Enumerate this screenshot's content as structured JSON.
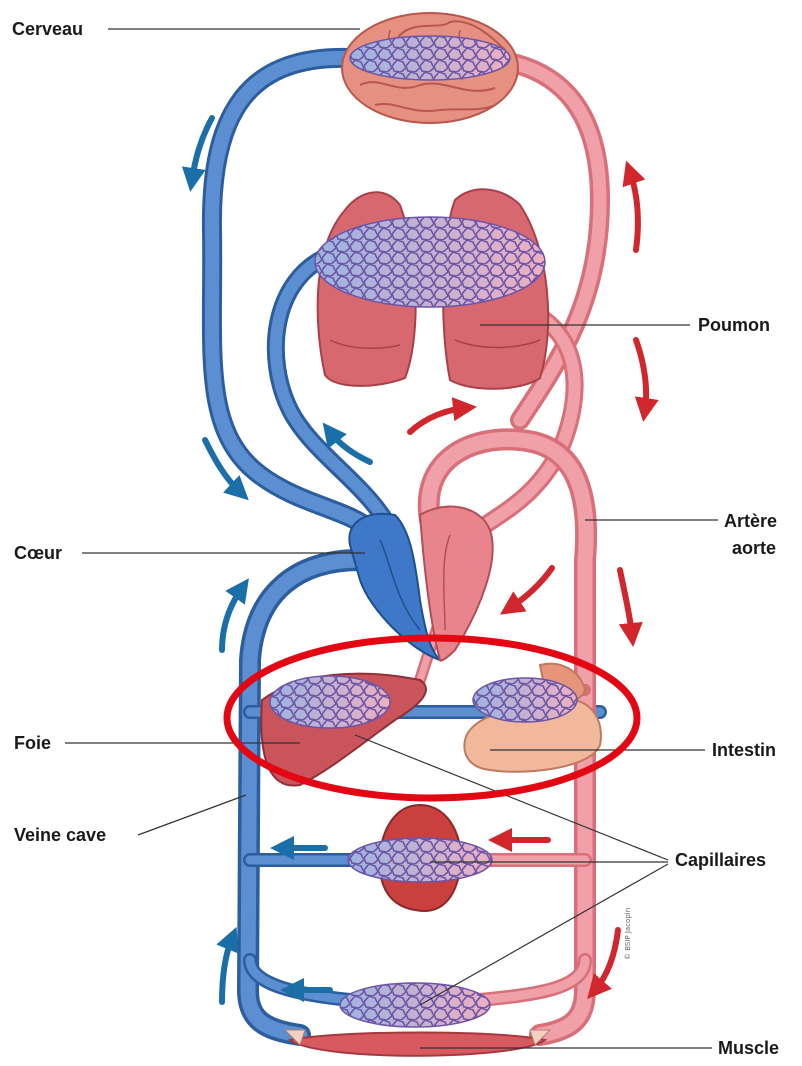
{
  "labels": {
    "brain": "Cerveau",
    "lung": "Poumon",
    "aorta_line1": "Artère",
    "aorta_line2": "aorte",
    "heart": "Cœur",
    "liver": "Foie",
    "intestine": "Intestin",
    "vena_cava": "Veine cave",
    "capillaries": "Capillaires",
    "muscle": "Muscle"
  },
  "credit": "© BSIP Jacopin",
  "colors": {
    "vein": "#4a7fc4",
    "vein_dark": "#2c5d9e",
    "artery": "#e8858e",
    "artery_dark": "#c9505c",
    "arrow_blue": "#1a6fa8",
    "arrow_red": "#d1262c",
    "highlight_ellipse": "#e30613",
    "capillary": "#7b5fb0",
    "organ": "#d86870",
    "brain": "#e59080",
    "leader_line": "#333333"
  }
}
